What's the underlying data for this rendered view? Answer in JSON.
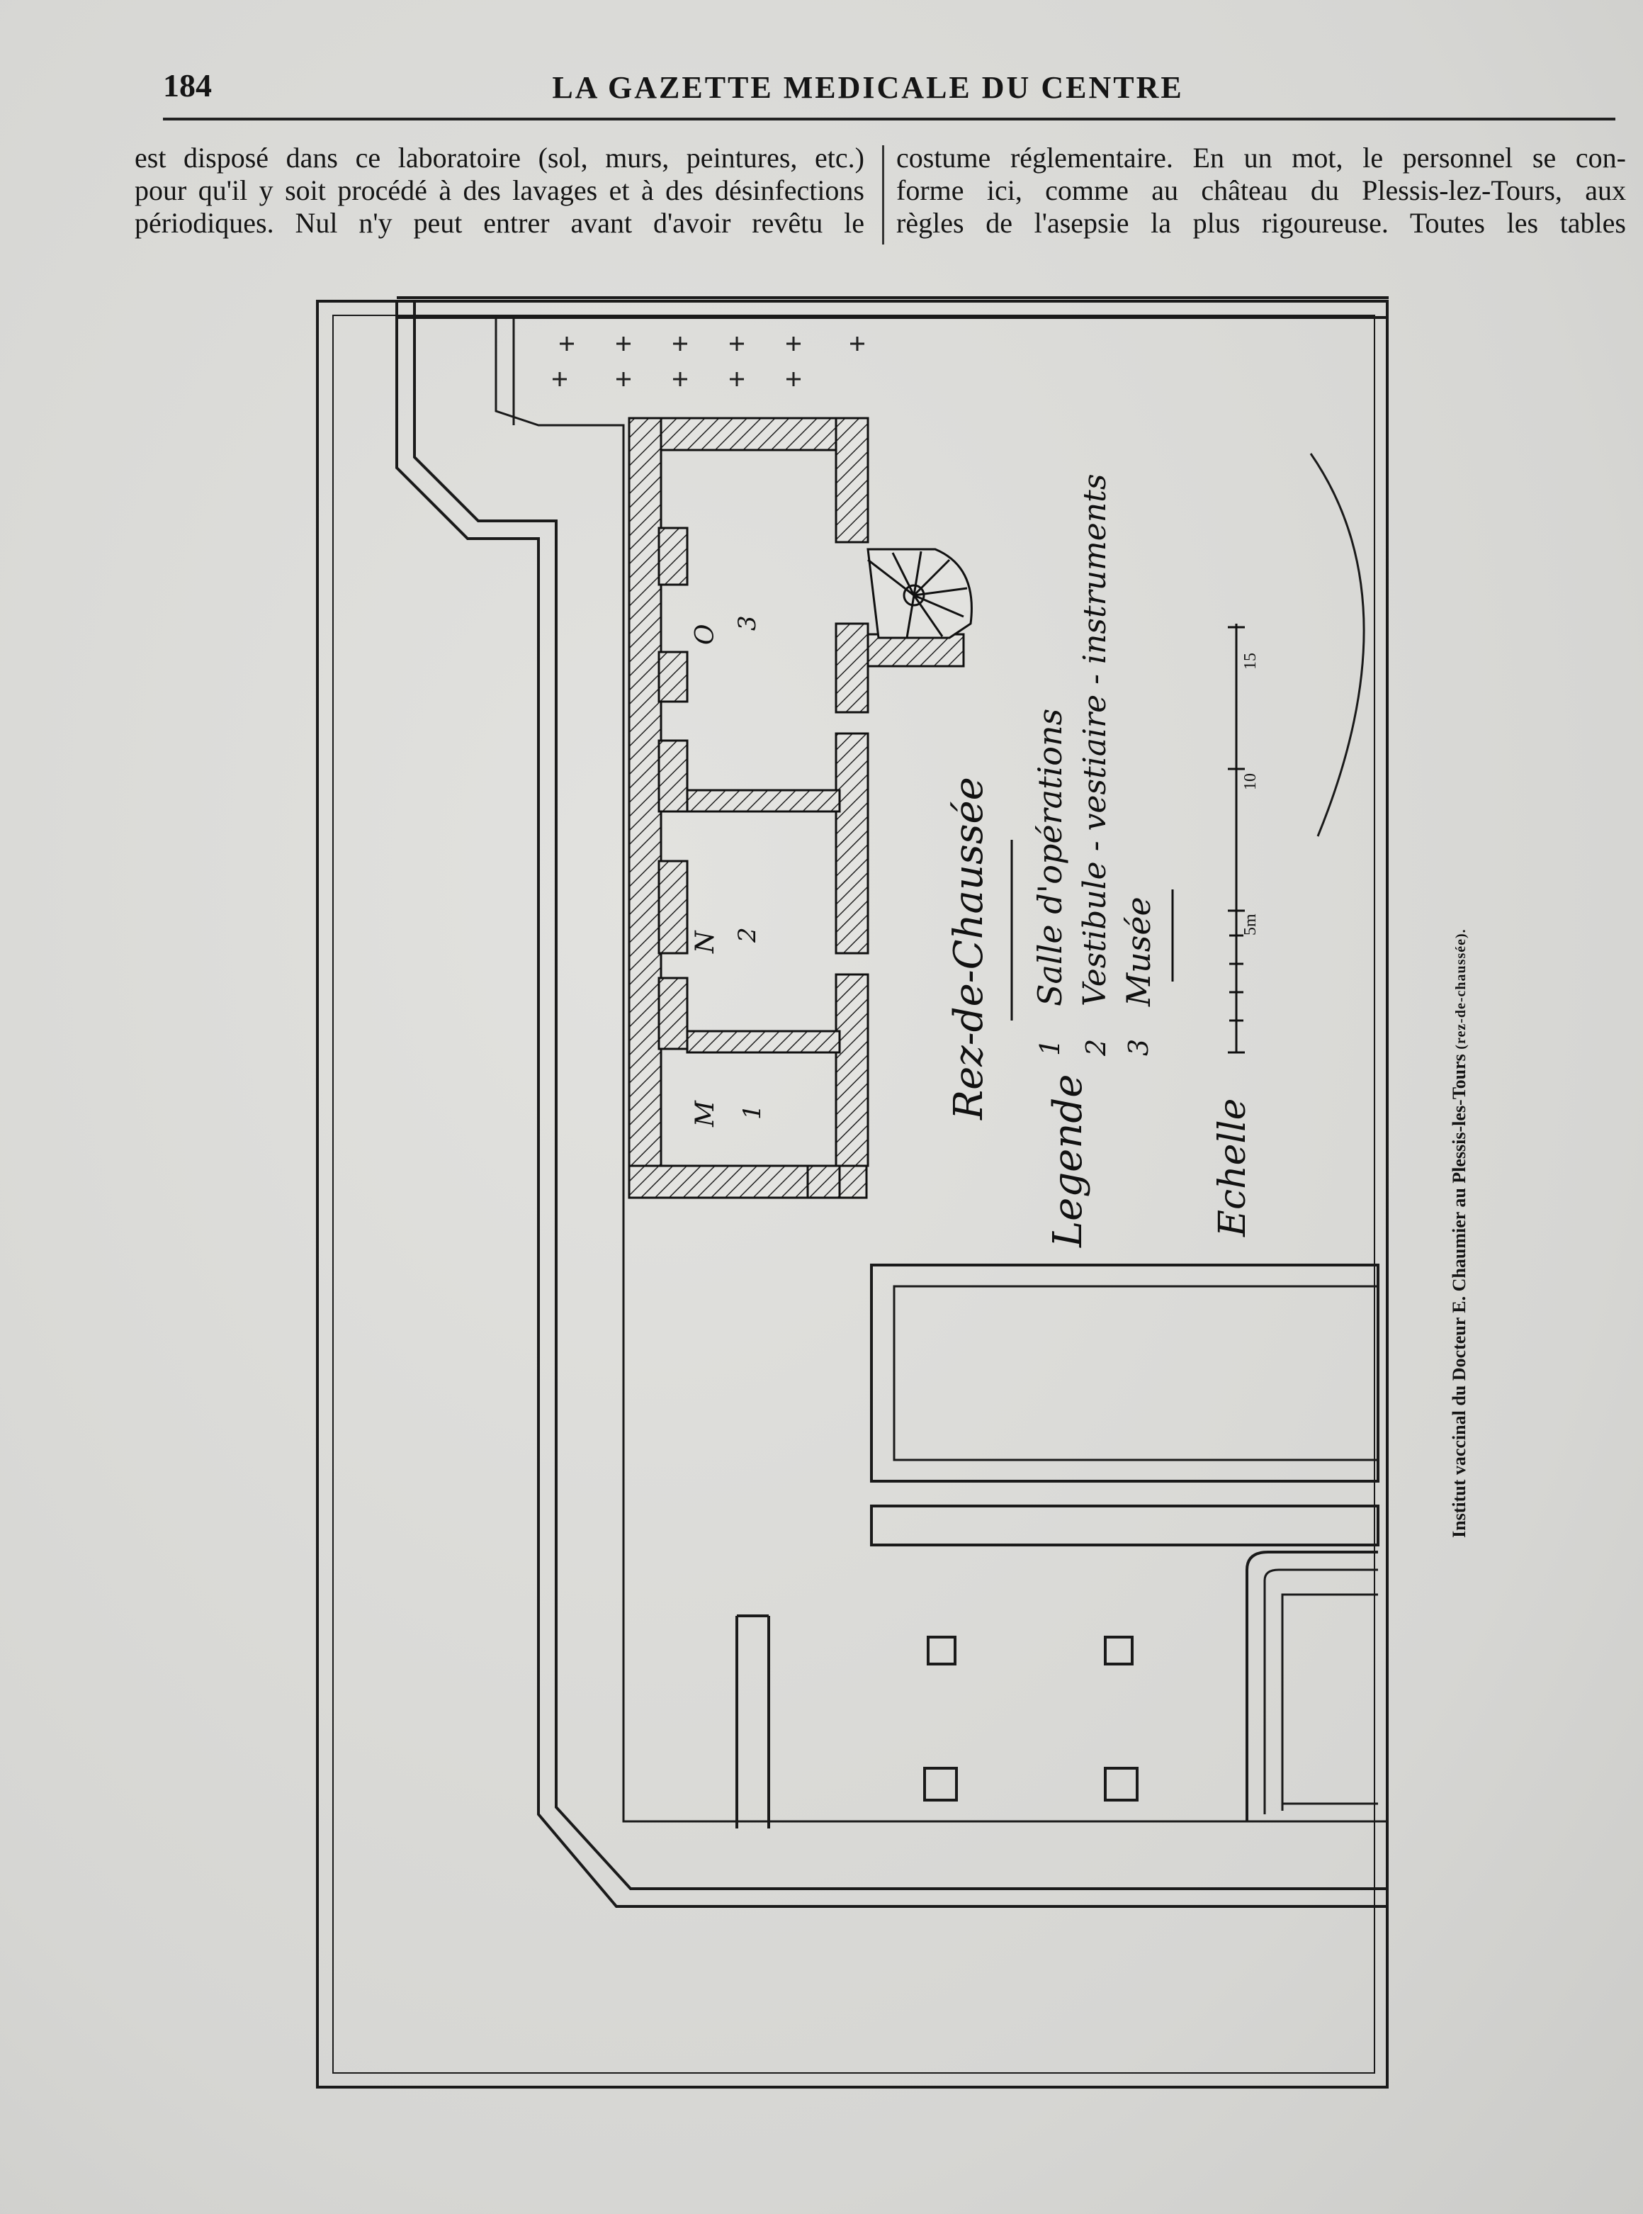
{
  "header": {
    "page_number": "184",
    "journal_title": "LA GAZETTE MEDICALE DU CENTRE"
  },
  "text": {
    "left_lines": [
      "est disposé dans ce laboratoire (sol, murs, peintures, etc.)",
      "pour qu'il y soit procédé à des lavages et à des désinfections",
      "périodiques. Nul n'y peut entrer avant d'avoir revêtu le"
    ],
    "right_lines": [
      "costume réglementaire. En un mot, le personnel se con-",
      "forme ici, comme au château du Plessis-lez-Tours, aux",
      "règles de l'asepsie la plus rigoureuse. Toutes les tables"
    ]
  },
  "plan": {
    "title": "Rez-de-Chaussée",
    "legend_heading": "Legende",
    "legend_items": [
      {
        "num": "1",
        "label": "Salle d'opérations"
      },
      {
        "num": "2",
        "label": "Vestibule - vestiaire - instruments"
      },
      {
        "num": "3",
        "label": "Musée"
      }
    ],
    "scale_heading": "Echelle",
    "scale_ticks": [
      "5m",
      "10",
      "15"
    ],
    "room_letters": [
      "M",
      "N",
      "O"
    ],
    "room_numbers": [
      "1",
      "2",
      "3"
    ]
  },
  "caption": {
    "prefix": "Institut vaccinal du Docteur E. Chaumier au Plessis-les-Tours",
    "suffix": "(rez-de-chaussée)."
  }
}
